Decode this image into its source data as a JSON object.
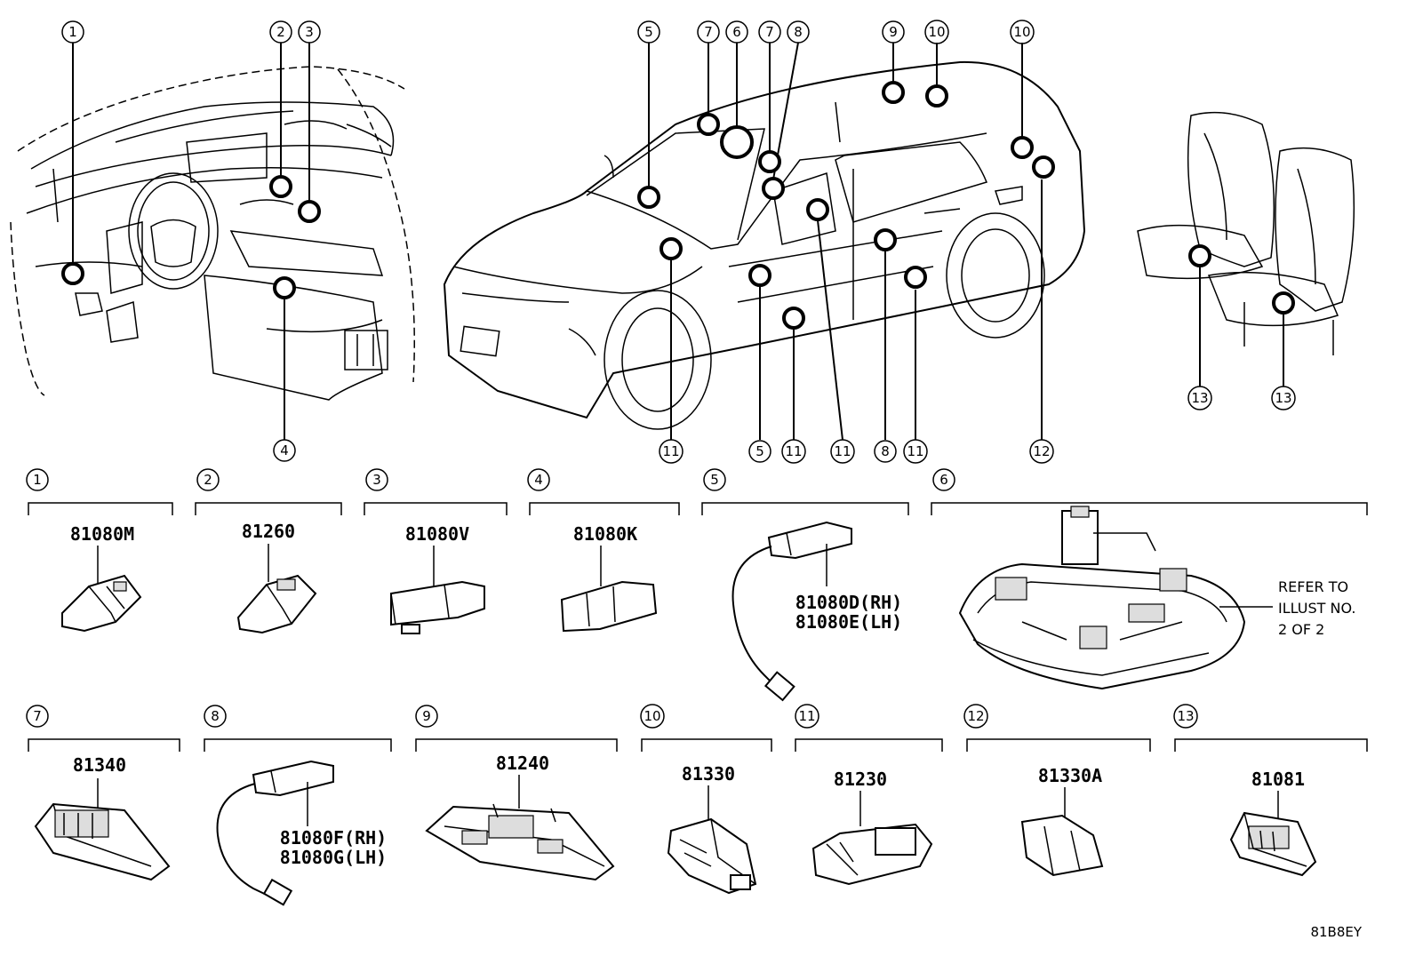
{
  "diagram": {
    "drawing_code": "81B8EY",
    "callout_numbers": [
      "1",
      "2",
      "3",
      "4",
      "5",
      "6",
      "7",
      "8",
      "9",
      "10",
      "11",
      "12",
      "13"
    ],
    "parts": [
      {
        "ref": "1",
        "labels": [
          "81080M"
        ]
      },
      {
        "ref": "2",
        "labels": [
          "81260"
        ]
      },
      {
        "ref": "3",
        "labels": [
          "81080V"
        ]
      },
      {
        "ref": "4",
        "labels": [
          "81080K"
        ]
      },
      {
        "ref": "5",
        "labels": [
          "81080D(RH)",
          "81080E(LH)"
        ]
      },
      {
        "ref": "6",
        "labels": [
          "REFER TO",
          "ILLUST NO.",
          "2 OF 2"
        ]
      },
      {
        "ref": "7",
        "labels": [
          "81340"
        ]
      },
      {
        "ref": "8",
        "labels": [
          "81080F(RH)",
          "81080G(LH)"
        ]
      },
      {
        "ref": "9",
        "labels": [
          "81240"
        ]
      },
      {
        "ref": "10",
        "labels": [
          "81330"
        ]
      },
      {
        "ref": "11",
        "labels": [
          "81230"
        ]
      },
      {
        "ref": "12",
        "labels": [
          "81330A"
        ]
      },
      {
        "ref": "13",
        "labels": [
          "81081"
        ]
      }
    ]
  }
}
